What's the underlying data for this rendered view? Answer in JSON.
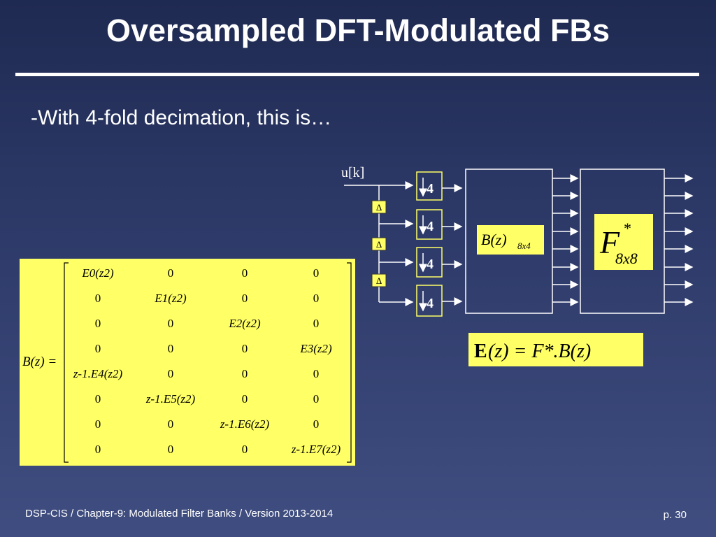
{
  "slide": {
    "title": "Oversampled  DFT-Modulated FBs",
    "subtitle": "-With 4-fold decimation, this is…",
    "footer": "DSP-CIS  /  Chapter-9: Modulated Filter Banks  /  Version 2013-2014",
    "page": "p. 30"
  },
  "diagram": {
    "input_label": "u[k]",
    "delay_symbol": "Δ",
    "decimator_factor": "4",
    "block_b": {
      "main": "B(z)",
      "sub": "8x4"
    },
    "block_f": {
      "main": "F",
      "sup": "*",
      "sub": "8x8"
    },
    "equation": {
      "lhs": "E",
      "rhs": "(z) = F*.B(z)"
    }
  },
  "matrix": {
    "lhs": "B(z) =",
    "rows": [
      [
        "E0(z2)",
        "0",
        "0",
        "0"
      ],
      [
        "0",
        "E1(z2)",
        "0",
        "0"
      ],
      [
        "0",
        "0",
        "E2(z2)",
        "0"
      ],
      [
        "0",
        "0",
        "0",
        "E3(z2)"
      ],
      [
        "z-1.E4(z2)",
        "0",
        "0",
        "0"
      ],
      [
        "0",
        "z-1.E5(z2)",
        "0",
        "0"
      ],
      [
        "0",
        "0",
        "z-1.E6(z2)",
        "0"
      ],
      [
        "0",
        "0",
        "0",
        "z-1.E7(z2)"
      ]
    ]
  },
  "colors": {
    "background": "#2e3b6a",
    "highlight": "#ffff66",
    "text": "#ffffff"
  }
}
